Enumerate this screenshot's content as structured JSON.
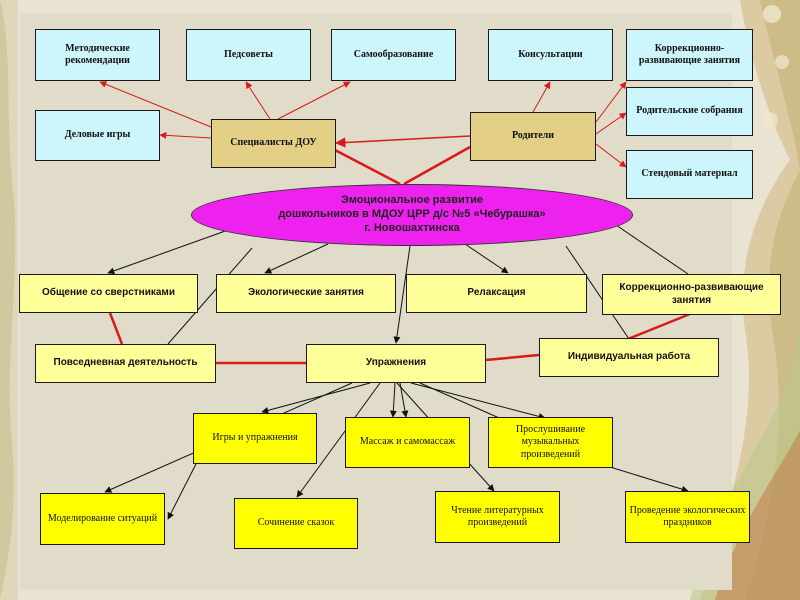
{
  "colors": {
    "background": "#e8e2cf",
    "top_box": "#ccf6fb",
    "hub_box": "#e3cf86",
    "ellipse": "#ee22ee",
    "mid_box": "#ffff99",
    "bottom_box": "#ffff00",
    "red_line": "#d91a1a"
  },
  "center": {
    "line1": "Эмоциональное развитие",
    "line2": "дошкольников в МДОУ ЦРР д/с №5 «Чебурашка»",
    "line3": "г. Новошахтинска"
  },
  "specialists": {
    "hub": "Специалисты ДОУ",
    "methodical": "Методические рекомендации",
    "councils": "Педсоветы",
    "self_education": "Самообразование",
    "business_games": "Деловые игры"
  },
  "parents": {
    "hub": "Родители",
    "consultations": "Консультации",
    "correctional": "Коррекционно-развивающие занятия",
    "meetings": "Родительские собрания",
    "stand": "Стендовый материал"
  },
  "directions": {
    "peers": "Общение со сверстниками",
    "ecology": "Экологические занятия",
    "relaxation": "Релаксация",
    "correctional": "Коррекционно-развивающие занятия",
    "everyday": "Повседневная деятельность",
    "exercises": "Упражнения",
    "individual": "Индивидуальная работа"
  },
  "exercise_types": {
    "games": "Игры и упражнения",
    "massage": "Массаж  и самомассаж",
    "music": "Прослушивание музыкальных произведений",
    "situations": "Моделирование ситуаций",
    "fairy_tales": "Сочинение сказок",
    "reading": "Чтение литературных произведений",
    "eco_holidays": "Проведение экологических праздников"
  }
}
